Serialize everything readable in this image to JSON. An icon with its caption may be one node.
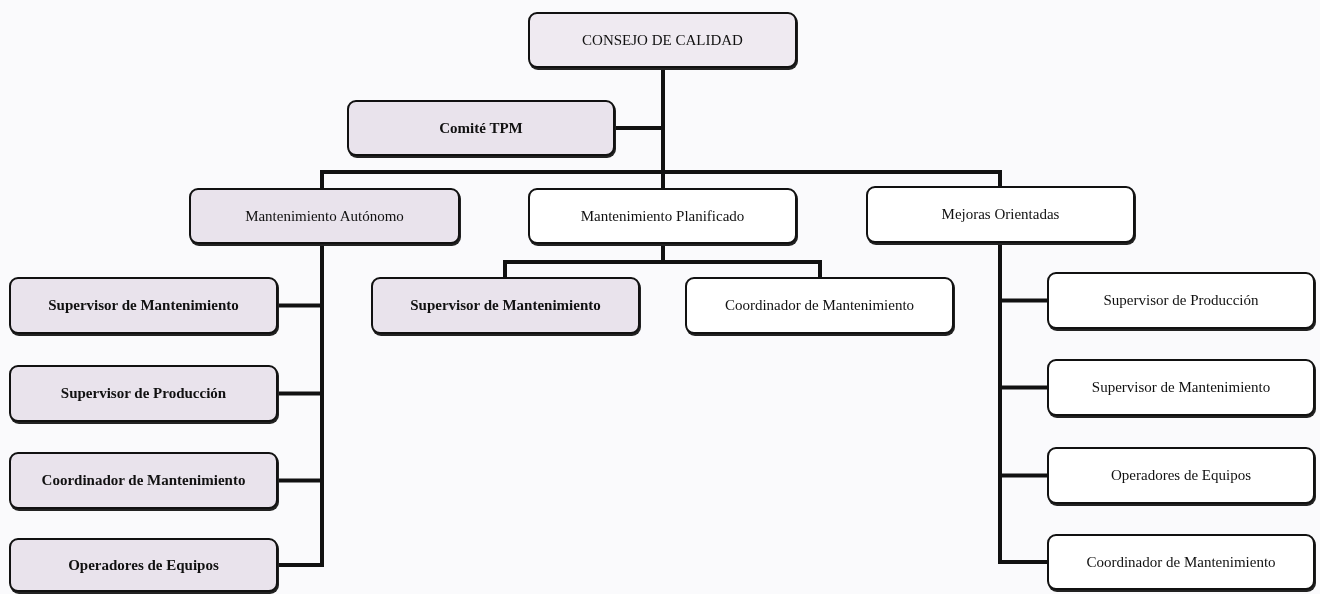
{
  "diagram": {
    "nodes": [
      {
        "text": [
          "CONSEJO DE CALIDAD"
        ]
      },
      {
        "text": [
          "Comité TPM"
        ]
      },
      {
        "text": [
          "Mantenimiento Autónomo"
        ]
      },
      {
        "text": [
          "Mantenimiento Planificado"
        ]
      },
      {
        "text": [
          "Mejoras Orientadas"
        ]
      },
      {
        "text": [
          "Supervisor de Mantenimiento"
        ]
      },
      {
        "text": [
          "Supervisor de Producción"
        ]
      },
      {
        "text": [
          "Coordinador de Mantenimiento"
        ]
      },
      {
        "text": [
          "Operadores de Equipos"
        ]
      },
      {
        "text": [
          "Supervisor de Mantenimiento"
        ]
      },
      {
        "text": [
          "Coordinador de Mantenimiento"
        ]
      },
      {
        "text": [
          "Supervisor de Producción"
        ]
      },
      {
        "text": [
          "Supervisor de Mantenimiento"
        ]
      },
      {
        "text": [
          "Operadores de Equipos"
        ]
      },
      {
        "text": [
          "Coordinador de Mantenimiento"
        ]
      }
    ],
    "edges": [
      {
        "from": 0,
        "to": 1,
        "arrow": "none"
      },
      {
        "from": 0,
        "to": 2,
        "arrow": "none"
      },
      {
        "from": 0,
        "to": 3,
        "arrow": "none"
      },
      {
        "from": 0,
        "to": 4,
        "arrow": "none"
      },
      {
        "from": 2,
        "to": 5,
        "arrow": "none"
      },
      {
        "from": 2,
        "to": 6,
        "arrow": "none"
      },
      {
        "from": 2,
        "to": 7,
        "arrow": "none"
      },
      {
        "from": 2,
        "to": 8,
        "arrow": "none"
      },
      {
        "from": 3,
        "to": 9,
        "arrow": "none"
      },
      {
        "from": 3,
        "to": 10,
        "arrow": "none"
      },
      {
        "from": 4,
        "to": 11,
        "arrow": "none"
      },
      {
        "from": 4,
        "to": 12,
        "arrow": "none"
      },
      {
        "from": 4,
        "to": 13,
        "arrow": "none"
      },
      {
        "from": 4,
        "to": 14,
        "arrow": "none"
      }
    ]
  }
}
